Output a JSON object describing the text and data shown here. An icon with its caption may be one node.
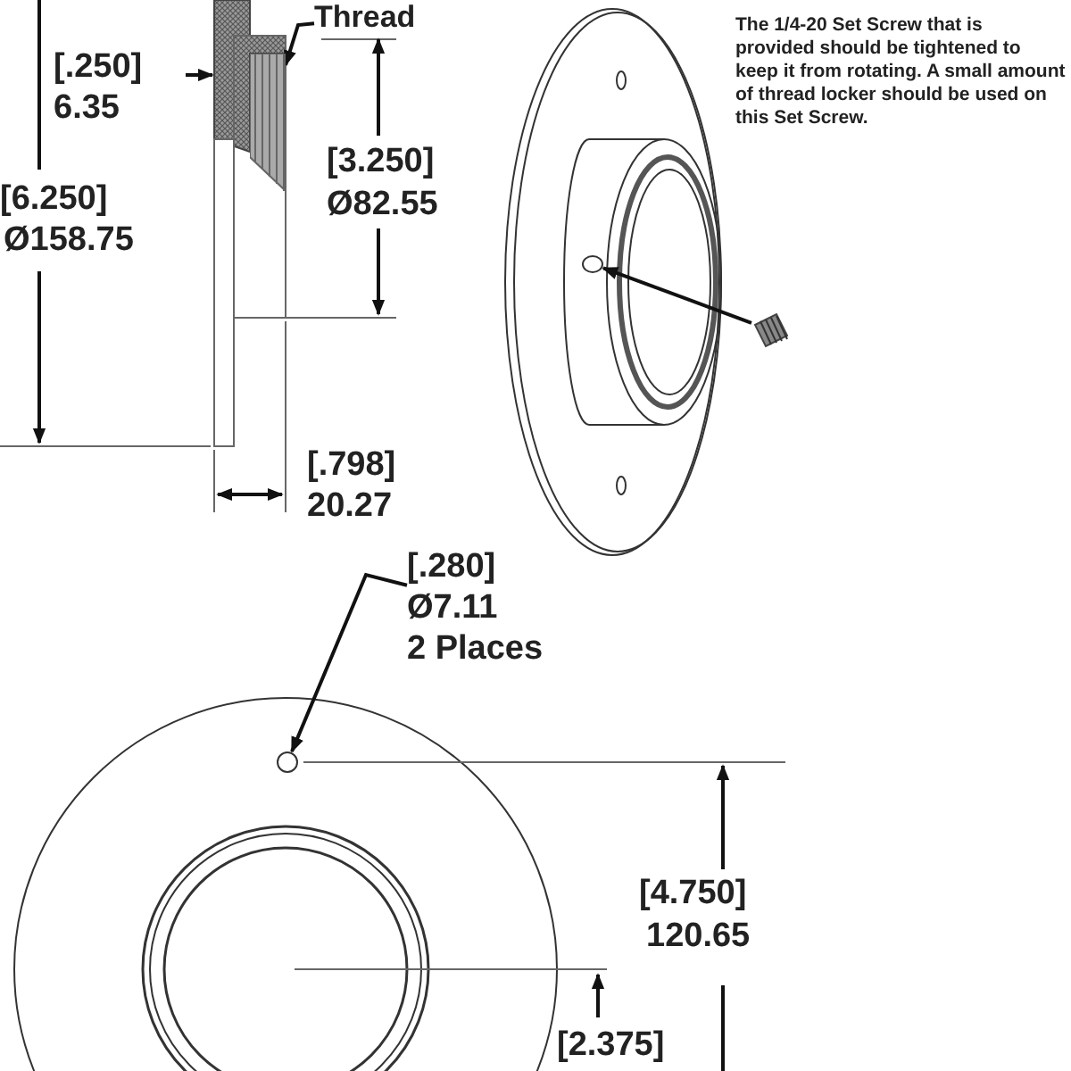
{
  "diagram": {
    "nodes": [
      {
        "text": [
          "Thread"
        ]
      },
      {
        "text": [],
        "shape": "picture"
      },
      {
        "text": [],
        "shape": "picture"
      },
      {
        "text": [],
        "shape": "circle"
      },
      {
        "text": [
          "[.280]",
          "Ø7.11",
          "2 Places"
        ]
      },
      {
        "text": [],
        "shape": "circle"
      }
    ],
    "edges": [
      {
        "from": 0,
        "to": 1,
        "arrow": "to"
      },
      {
        "from": 2,
        "to": 3,
        "arrow": "to"
      },
      {
        "from": 4,
        "to": 5,
        "arrow": "to"
      }
    ],
    "labels": [
      "[.250]",
      "6.35",
      "[6.250]",
      "Ø158.75",
      "[3.250]",
      "Ø82.55",
      "The 1/4-20 Set Screw that is provided should be tightened to keep it from rotating. A small amount of thread locker should be used on this Set Screw.",
      "[.798]",
      "20.27",
      "[4.750]",
      "120.65",
      "[2.375]"
    ]
  }
}
